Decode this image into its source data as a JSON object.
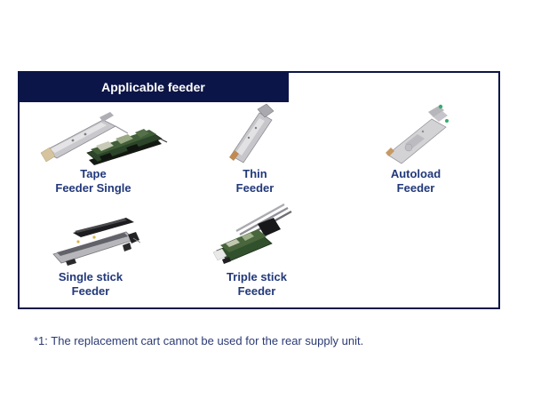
{
  "panel": {
    "header_label": "Applicable feeder",
    "feeders": [
      {
        "icon": "tape-feeder-single-image",
        "line1": "Tape",
        "line2": "Feeder Single"
      },
      {
        "icon": "thin-feeder-image",
        "line1": "Thin",
        "line2": "Feeder"
      },
      {
        "icon": "autoload-feeder-image",
        "line1": "Autoload",
        "line2": "Feeder"
      },
      {
        "icon": "single-stick-feeder-image",
        "line1": "Single stick",
        "line2": "Feeder"
      },
      {
        "icon": "triple-stick-feeder-image",
        "line1": "Triple stick",
        "line2": "Feeder"
      }
    ]
  },
  "footnote": "*1: The replacement cart cannot be used for the rear supply unit.",
  "colors": {
    "navy": "#0c1547",
    "label_text": "#21387a",
    "footnote_text": "#2b3a74"
  }
}
